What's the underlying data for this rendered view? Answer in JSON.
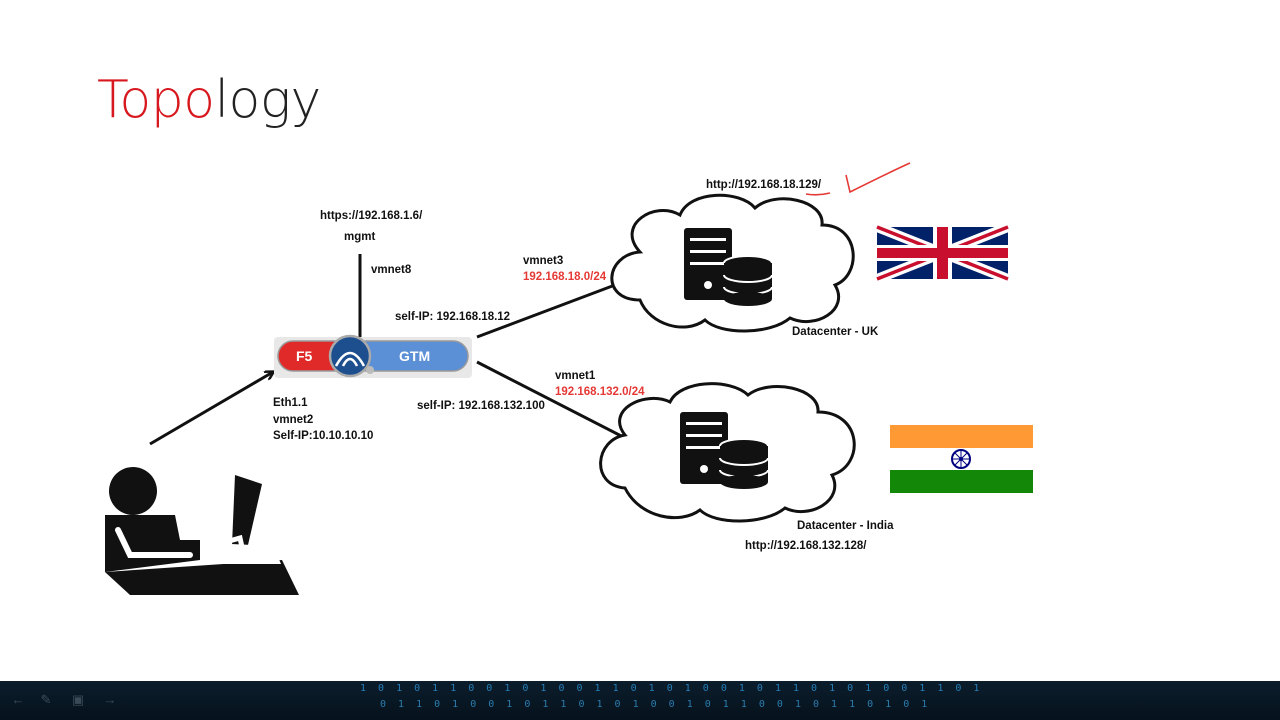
{
  "slide": {
    "title_part1": "Topo",
    "title_part2": "logy"
  },
  "labels": {
    "mgmt_url": "https://192.168.1.6/",
    "mgmt": "mgmt",
    "vmnet8": "vmnet8",
    "self_ip_uk": "self-IP: 192.168.18.12",
    "self_ip_india": "self-IP: 192.168.132.100",
    "vmnet3": "vmnet3",
    "subnet_uk": "192.168.18.0/24",
    "vmnet1": "vmnet1",
    "subnet_india": "192.168.132.0/24",
    "client_eth": "Eth1.1",
    "client_vmnet": "vmnet2",
    "client_selfip": "Self-IP:10.10.10.10",
    "uk_url": "http://192.168.18.129/",
    "uk_name": "Datacenter - UK",
    "india_name": "Datacenter - India",
    "india_url": "http://192.168.132.128/"
  },
  "device": {
    "left_text": "F5",
    "right_text": "GTM"
  },
  "colors": {
    "accent_red": "#d7191f",
    "subnet_red": "#e53935",
    "gtm_blue": "#5b8fd6",
    "f5_red": "#e02a2a"
  },
  "icons": [
    "user-at-computer-icon",
    "server-database-icon",
    "uk-flag-icon",
    "india-flag-icon",
    "checkmark-annotation-icon"
  ]
}
